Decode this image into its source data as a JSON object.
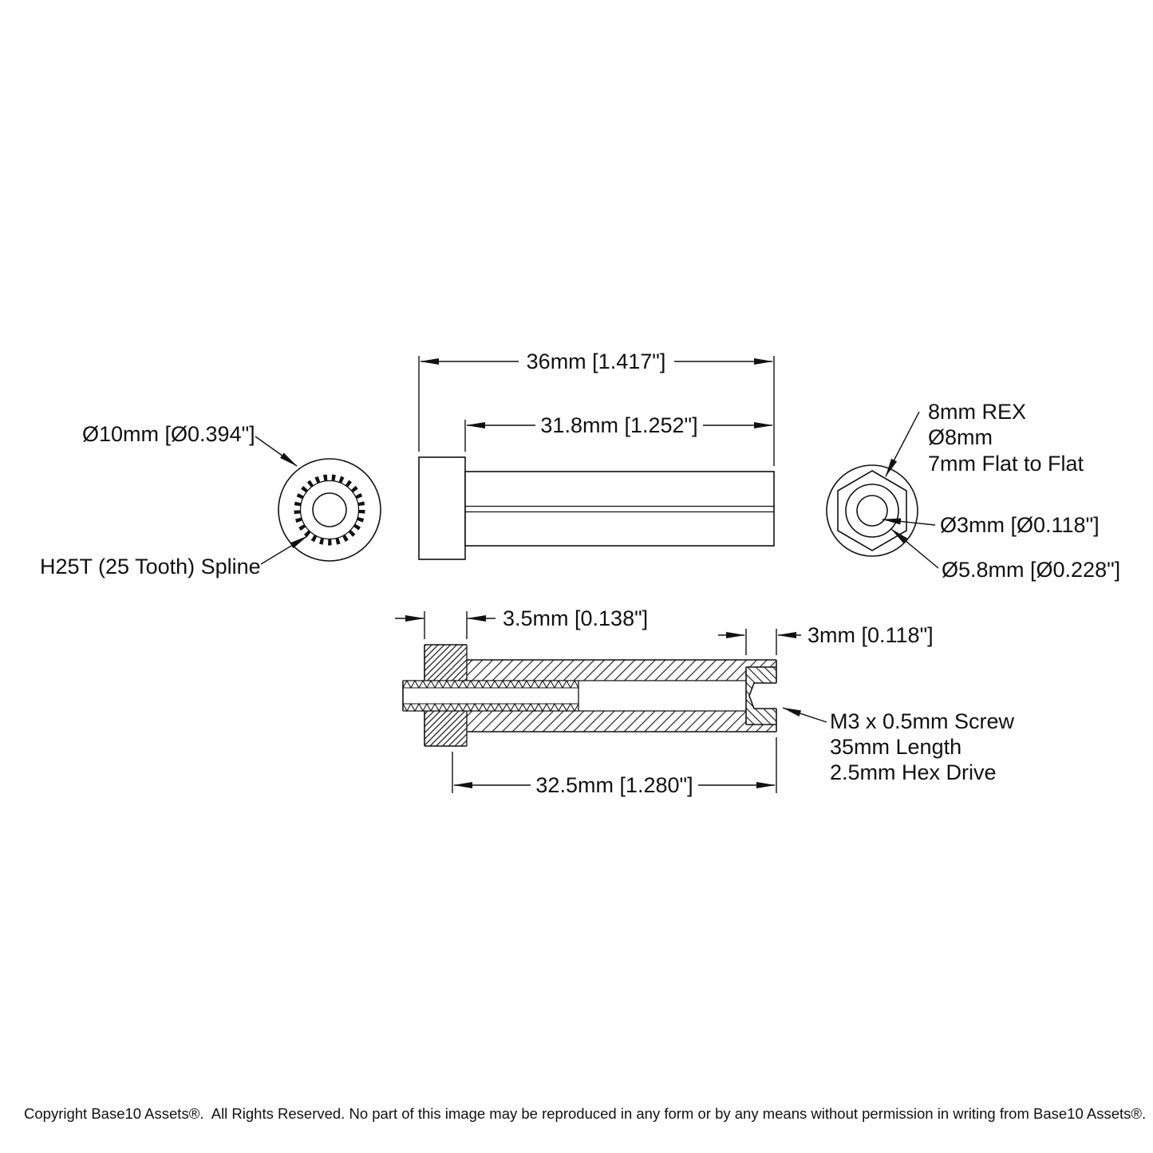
{
  "page": {
    "ink_color": "#111111",
    "background_color": "#ffffff"
  },
  "views": {
    "front": {
      "label_outer_diameter": "Ø10mm [Ø0.394\"]",
      "label_spline": "H25T (25 Tooth) Spline"
    },
    "side": {
      "dim_overall_length": "36mm [1.417\"]",
      "dim_shaft_length": "31.8mm [1.252\"]"
    },
    "rear": {
      "label_rex_line1": "8mm REX",
      "label_rex_line2": "Ø8mm",
      "label_rex_line3": "7mm Flat to Flat",
      "label_bore": "Ø3mm [Ø0.118\"]",
      "label_counterbore": "Ø5.8mm [Ø0.228\"]"
    },
    "section": {
      "dim_head_width": "3.5mm [0.138\"]",
      "dim_screw_head_height": "3mm [0.118\"]",
      "dim_thread_length": "32.5mm [1.280\"]",
      "label_screw_line1": "M3 x 0.5mm Screw",
      "label_screw_line2": "35mm Length",
      "label_screw_line3": "2.5mm Hex Drive"
    }
  },
  "footer": {
    "copyright": "Copyright Base10 Assets®.  All Rights Reserved. No part of this image may be reproduced in any form or by any means without permission in writing from Base10 Assets®."
  }
}
